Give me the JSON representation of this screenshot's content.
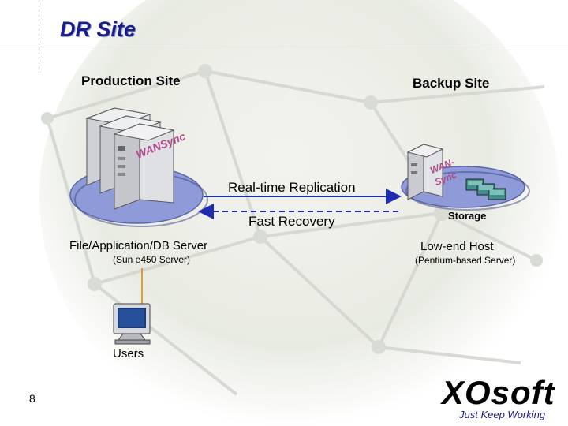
{
  "header": {
    "title": "DR Site"
  },
  "production": {
    "label": "Production Site",
    "wansync": "WANSync",
    "server_label": "File/Application/DB Server",
    "server_sub": "(Sun e450 Server)"
  },
  "backup": {
    "label": "Backup Site",
    "wan": "WAN-",
    "sync": "Sync",
    "storage_label": "Storage",
    "host_label": "Low-end Host",
    "host_sub": "(Pentium-based Server)"
  },
  "links": {
    "replication": "Real-time Replication",
    "recovery": "Fast Recovery"
  },
  "users": {
    "label": "Users"
  },
  "footer": {
    "page_number": "8",
    "brand": "XOsoft",
    "tagline": "Just Keep Working"
  },
  "colors": {
    "title": "#1a1f8c",
    "platform": "#8f9bd8",
    "arrow": "#1d2bb0",
    "wansync": "#b04a8a"
  }
}
